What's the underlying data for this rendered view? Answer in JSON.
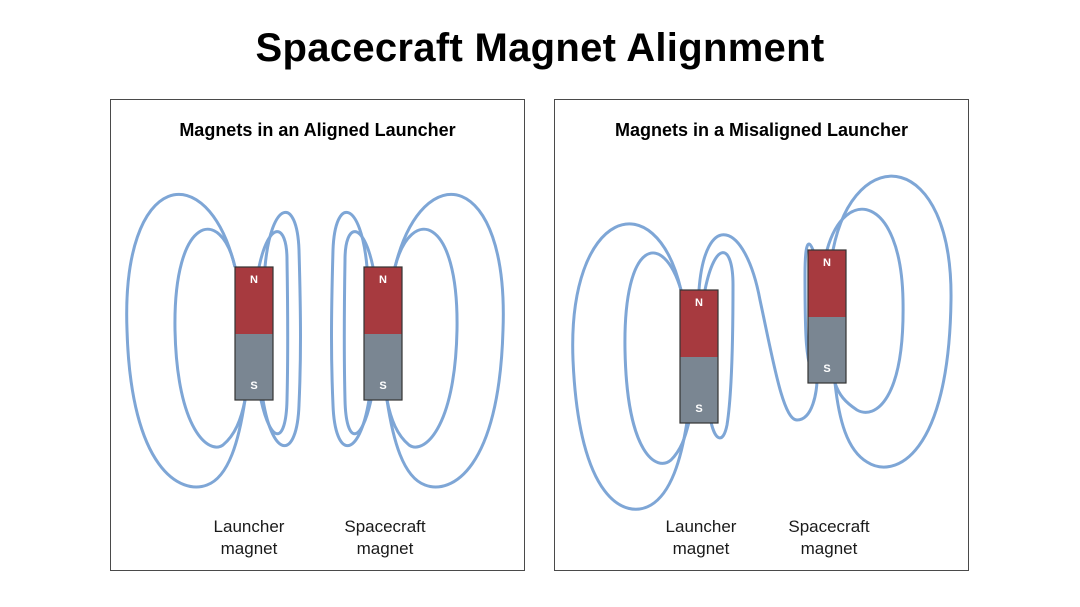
{
  "title": "Spacecraft Magnet Alignment",
  "colors": {
    "field_line": "#7ea6d6",
    "north_pole": "#a73a3f",
    "south_pole": "#7a8692",
    "frame": "#4a4a4a"
  },
  "panels": [
    {
      "title": "Magnets in an Aligned Launcher",
      "magnets": [
        {
          "role": "launcher",
          "caption_line1": "Launcher",
          "caption_line2": "magnet",
          "north_label": "N",
          "south_label": "S"
        },
        {
          "role": "spacecraft",
          "caption_line1": "Spacecraft",
          "caption_line2": "magnet",
          "north_label": "N",
          "south_label": "S"
        }
      ]
    },
    {
      "title": "Magnets in a Misaligned Launcher",
      "magnets": [
        {
          "role": "launcher",
          "caption_line1": "Launcher",
          "caption_line2": "magnet",
          "north_label": "N",
          "south_label": "S"
        },
        {
          "role": "spacecraft",
          "caption_line1": "Spacecraft",
          "caption_line2": "magnet",
          "north_label": "N",
          "south_label": "S"
        }
      ]
    }
  ]
}
